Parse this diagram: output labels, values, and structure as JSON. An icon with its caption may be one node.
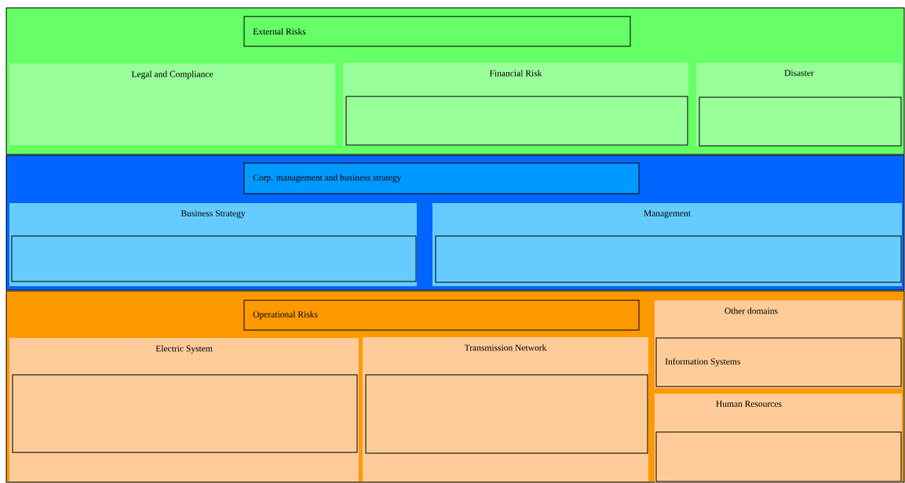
{
  "diagram": {
    "nodes": [
      {
        "text": [],
        "shape": "box"
      },
      {
        "text": [
          "External Risks"
        ],
        "in": 0
      },
      {
        "text": [
          "Legal and Compliance"
        ],
        "in": 0
      },
      {
        "text": [
          "Financial Risk"
        ],
        "in": 0
      },
      {
        "text": [],
        "shape": "box",
        "in": 3
      },
      {
        "text": [
          "Disaster"
        ],
        "in": 0
      },
      {
        "text": [],
        "shape": "box",
        "in": 5
      },
      {
        "text": [],
        "shape": "box"
      },
      {
        "text": [
          "Corp. management and business strategy"
        ],
        "in": 7
      },
      {
        "text": [
          "Business Strategy"
        ],
        "in": 7
      },
      {
        "text": [],
        "shape": "box",
        "in": 9
      },
      {
        "text": [
          "Management"
        ],
        "in": 7
      },
      {
        "text": [],
        "shape": "box",
        "in": 11
      },
      {
        "text": [],
        "shape": "box"
      },
      {
        "text": [
          "Operational Risks"
        ],
        "in": 13
      },
      {
        "text": [
          "Other domains"
        ],
        "in": 13
      },
      {
        "text": [
          "Information Systems"
        ],
        "in": 15
      },
      {
        "text": [
          "Electric System"
        ],
        "in": 13
      },
      {
        "text": [],
        "shape": "box",
        "in": 17
      },
      {
        "text": [
          "Transmission Network"
        ],
        "in": 13
      },
      {
        "text": [],
        "shape": "box",
        "in": 19
      },
      {
        "text": [
          "Human Resources"
        ],
        "in": 13
      },
      {
        "text": [],
        "shape": "box",
        "in": 21
      }
    ]
  }
}
